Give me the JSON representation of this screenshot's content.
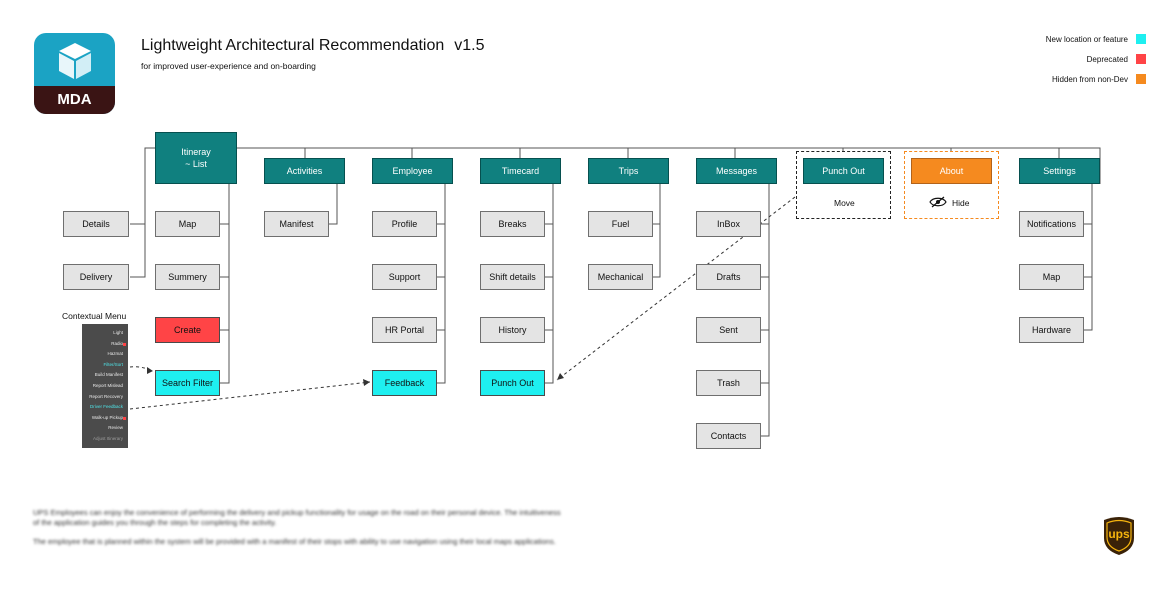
{
  "header": {
    "app_icon_label": "MDA",
    "title": "Lightweight Architectural Recommendation",
    "version": "v1.5",
    "subtitle": "for improved user-experience and on-boarding"
  },
  "legend": [
    {
      "label": "New location or feature",
      "color": "#1eeff0"
    },
    {
      "label": "Deprecated",
      "color": "#ff4446"
    },
    {
      "label": "Hidden from non-Dev",
      "color": "#f58a1f"
    }
  ],
  "colors": {
    "primary": "#10807f",
    "existing": "#e4e4e4",
    "new": "#1eeff0",
    "deprecated": "#ff4446",
    "hidden": "#f58a1f"
  },
  "nodes": {
    "itinerary": "Itineray\n~ List",
    "activities": "Activities",
    "employee": "Employee",
    "timecard": "Timecard",
    "trips": "Trips",
    "messages": "Messages",
    "punch_out": "Punch Out",
    "about": "About",
    "settings": "Settings",
    "details": "Details",
    "delivery": "Delivery",
    "map": "Map",
    "summery": "Summery",
    "create": "Create",
    "search_filter": "Search Filter",
    "manifest": "Manifest",
    "profile": "Profile",
    "support": "Support",
    "hr_portal": "HR Portal",
    "feedback": "Feedback",
    "breaks": "Breaks",
    "shift_details": "Shift details",
    "history": "History",
    "punch_out_new": "Punch Out",
    "fuel": "Fuel",
    "mechanical": "Mechanical",
    "inbox": "InBox",
    "drafts": "Drafts",
    "sent": "Sent",
    "trash": "Trash",
    "contacts": "Contacts",
    "notifications": "Notifications",
    "settings_map": "Map",
    "hardware": "Hardware"
  },
  "annotations": {
    "move": "Move",
    "hide": "Hide"
  },
  "contextual_menu": {
    "title": "Contextual Menu",
    "items": [
      "Light",
      "Radio",
      "Hazmat",
      "Filter/Sort",
      "Build Manifest",
      "Report Mislead",
      "Report Recovery",
      "Driver Feedback",
      "Walk-up Pickup",
      "Review",
      "Adjust Itinerary"
    ]
  },
  "footer": {
    "paragraph1": "UPS Employees can enjoy the convenience of performing the delivery and pickup functionality for usage on the road on their personal device. The intuitiveness of the application guides you through the steps for completing the activity.",
    "paragraph2": "The employee that is planned within the system will be provided with a manifest of their stops with ability to use navigation using their local maps applications.",
    "brand_logo_text": "ups"
  }
}
